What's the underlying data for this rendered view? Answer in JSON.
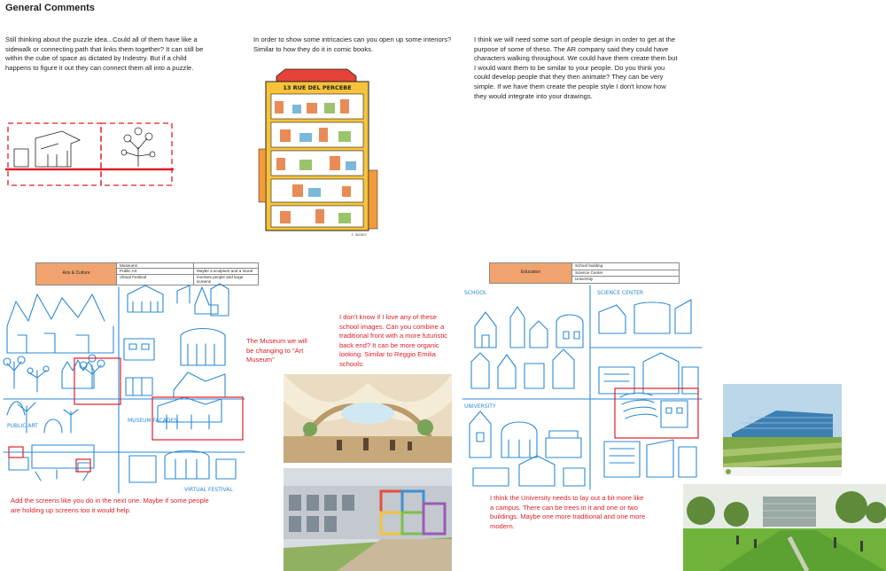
{
  "title": "General Comments",
  "notes": {
    "puzzle": "Still thinking about the puzzle idea...Could all of them have like a sidewalk or connecting path that links them together? It can still be within the cube of space as dictated by Indestry. But if a child happens to figure it out they can connect them all into a puzzle.",
    "interiors": "In order to show some intricacies can you open up some interiors? Similar to how they do it in comic books.",
    "people": "I think we will need some sort of people design in order to get at the purpose of some of theso. The AR company said they could have characters walking throughout. We could have them create them but I would want them to be similar to your people. Do you think you could develop people that they then animate? They can be very simple. If we have them create the people style I don't know how they would integrate into your drawings.",
    "museum": "The Museum we will be changing to \"Art Museum\"",
    "school": "I don't know if I love any of these school images. Can you combine a traditional front with a more futuristic back end? It can be more organic looking. Similar to Reggio Emilia schools:",
    "screens": "Add the screens like you do in the next one. Maybe if some people are holding up screens too it would help.",
    "university": "I think the University needs to lay out a bit more like a campus. There can be trees in it and one or two buildings. Maybe one more traditional and one more modern."
  },
  "comic": {
    "title": "13 RUE DEL PERCEBE",
    "credit": "© IBÁÑEZ"
  },
  "arts_table": {
    "category": "Arts & Culture",
    "rows": [
      {
        "item": "Museums",
        "note": ""
      },
      {
        "item": "Public Art",
        "note": "Maybe a sculpture and a mural"
      },
      {
        "item": "Virtual Festival",
        "note": "Involves people and large screens"
      }
    ]
  },
  "edu_table": {
    "category": "Education",
    "rows": [
      {
        "item": "School building"
      },
      {
        "item": "Science Center"
      },
      {
        "item": "University"
      }
    ]
  },
  "sketch_labels": {
    "public_art": "PUBLIC ART",
    "museum_facades": "MUSEUM FACADES",
    "virtual_festival": "VIRTUAL FESTIVAL",
    "school": "SCHOOL",
    "science_center": "SCIENCE CENTER",
    "university": "UNIVERSITY"
  },
  "colors": {
    "text": "#231f20",
    "red": "#e01e25",
    "sketch_blue": "#2a8ad4",
    "table_orange": "#f0a36f"
  }
}
